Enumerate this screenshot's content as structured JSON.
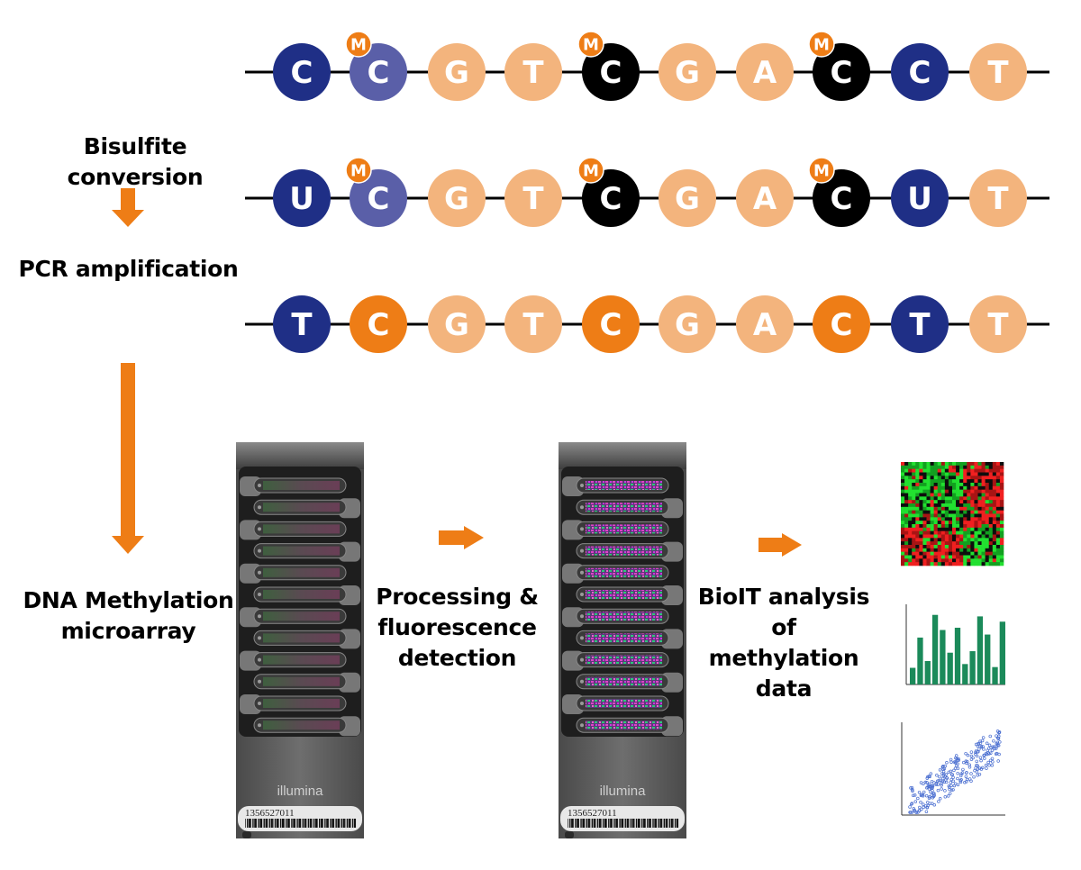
{
  "steps": {
    "bisulfite": "Bisulfite conversion",
    "pcr": "PCR amplification",
    "microarray": [
      "DNA Methylation",
      "microarray"
    ],
    "processing": [
      "Processing &",
      "fluorescence",
      "detection"
    ],
    "bioit": [
      "BioIT analysis",
      "of methylation",
      "data"
    ]
  },
  "methyl_mark": "M",
  "colors": {
    "navy": "#1f2f86",
    "slate": "#5a5fa8",
    "peach": "#f3b47d",
    "black": "#000000",
    "orange": "#ee7d16",
    "green": "#1b8a5a"
  },
  "sequences": [
    {
      "name": "original",
      "bases": [
        {
          "letter": "C",
          "color": "navy",
          "methylated": false
        },
        {
          "letter": "C",
          "color": "slate",
          "methylated": true
        },
        {
          "letter": "G",
          "color": "peach",
          "methylated": false
        },
        {
          "letter": "T",
          "color": "peach",
          "methylated": false
        },
        {
          "letter": "C",
          "color": "black",
          "methylated": true
        },
        {
          "letter": "G",
          "color": "peach",
          "methylated": false
        },
        {
          "letter": "A",
          "color": "peach",
          "methylated": false
        },
        {
          "letter": "C",
          "color": "black",
          "methylated": true
        },
        {
          "letter": "C",
          "color": "navy",
          "methylated": false
        },
        {
          "letter": "T",
          "color": "peach",
          "methylated": false
        }
      ]
    },
    {
      "name": "bisulfite-converted",
      "bases": [
        {
          "letter": "U",
          "color": "navy",
          "methylated": false
        },
        {
          "letter": "C",
          "color": "slate",
          "methylated": true
        },
        {
          "letter": "G",
          "color": "peach",
          "methylated": false
        },
        {
          "letter": "T",
          "color": "peach",
          "methylated": false
        },
        {
          "letter": "C",
          "color": "black",
          "methylated": true
        },
        {
          "letter": "G",
          "color": "peach",
          "methylated": false
        },
        {
          "letter": "A",
          "color": "peach",
          "methylated": false
        },
        {
          "letter": "C",
          "color": "black",
          "methylated": true
        },
        {
          "letter": "U",
          "color": "navy",
          "methylated": false
        },
        {
          "letter": "T",
          "color": "peach",
          "methylated": false
        }
      ]
    },
    {
      "name": "pcr-amplified",
      "bases": [
        {
          "letter": "T",
          "color": "navy",
          "methylated": false
        },
        {
          "letter": "C",
          "color": "orange",
          "methylated": false
        },
        {
          "letter": "G",
          "color": "peach",
          "methylated": false
        },
        {
          "letter": "T",
          "color": "peach",
          "methylated": false
        },
        {
          "letter": "C",
          "color": "orange",
          "methylated": false
        },
        {
          "letter": "G",
          "color": "peach",
          "methylated": false
        },
        {
          "letter": "A",
          "color": "peach",
          "methylated": false
        },
        {
          "letter": "C",
          "color": "orange",
          "methylated": false
        },
        {
          "letter": "T",
          "color": "navy",
          "methylated": false
        },
        {
          "letter": "T",
          "color": "peach",
          "methylated": false
        }
      ]
    }
  ],
  "chips": [
    {
      "name": "raw-chip",
      "brand": "illumina",
      "barcode": "1356527011",
      "processed": false
    },
    {
      "name": "processed-chip",
      "brand": "illumina",
      "barcode": "1356527011",
      "processed": true
    }
  ],
  "bar_values": [
    0.22,
    0.62,
    0.31,
    0.92,
    0.72,
    0.42,
    0.75,
    0.27,
    0.44,
    0.9,
    0.66,
    0.23,
    0.83
  ]
}
